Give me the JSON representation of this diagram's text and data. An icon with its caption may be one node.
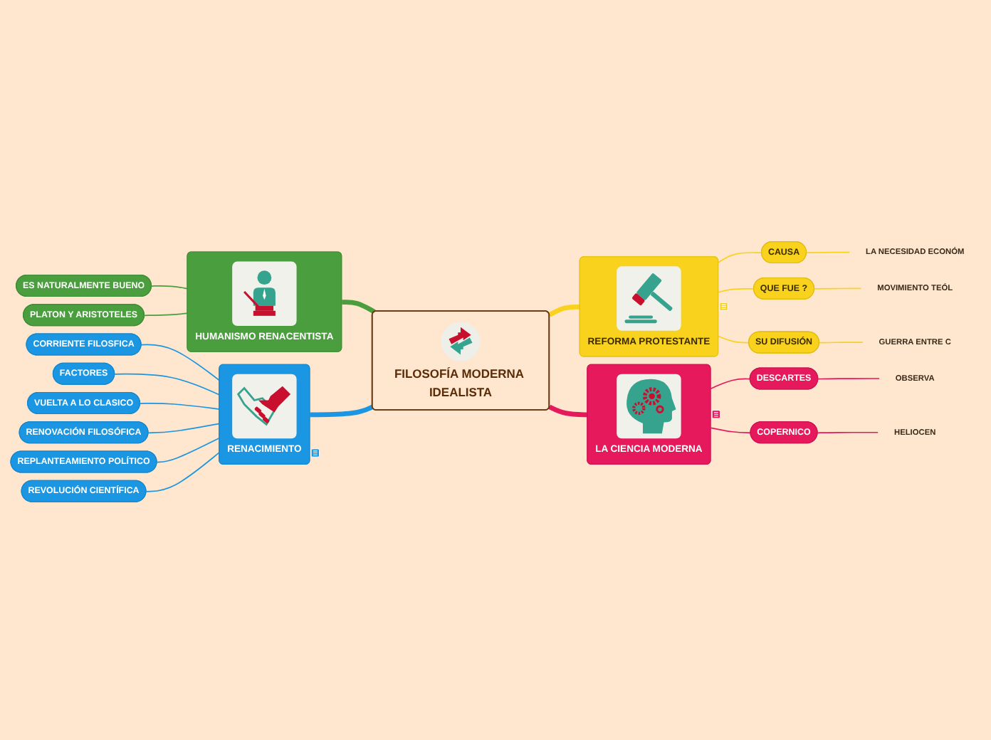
{
  "diagram": {
    "nodes": [
      {
        "text": [
          "FILOSOFÍA MODERNA IDEALISTA"
        ]
      },
      {
        "text": [
          "HUMANISMO RENACENTISTA"
        ]
      },
      {
        "text": [
          "ES NATURALMENTE BUENO"
        ]
      },
      {
        "text": [
          "PLATON Y ARISTOTELES"
        ]
      },
      {
        "text": [
          "REFORMA PROTESTANTE"
        ]
      },
      {
        "text": [
          "CAUSA"
        ]
      },
      {
        "text": [
          "QUE FUE ?"
        ]
      },
      {
        "text": [
          "SU DIFUSIÓN"
        ]
      },
      {
        "text": [
          "LA NECESIDAD ECONÓM"
        ]
      },
      {
        "text": [
          "MOVIMIENTO TEÓL"
        ]
      },
      {
        "text": [
          "GUERRA ENTRE C"
        ]
      },
      {
        "text": [
          "RENACIMIENTO"
        ]
      },
      {
        "text": [
          "CORRIENTE FILOSFICA"
        ]
      },
      {
        "text": [
          "FACTORES"
        ]
      },
      {
        "text": [
          "VUELTA A LO CLASICO"
        ]
      },
      {
        "text": [
          "RENOVACIÓN FILOSÓFICA"
        ]
      },
      {
        "text": [
          "REPLANTEAMIENTO POLÍTICO"
        ]
      },
      {
        "text": [
          "REVOLUCIÓN CIENTÍFICA"
        ]
      },
      {
        "text": [
          "LA CIENCIA MODERNA"
        ]
      },
      {
        "text": [
          "DESCARTES"
        ]
      },
      {
        "text": [
          "COPERNICO"
        ]
      },
      {
        "text": [
          "OBSERVA"
        ]
      },
      {
        "text": [
          "HELIOCEN"
        ]
      }
    ],
    "edges": [
      {
        "from": 2,
        "to": 1,
        "arrow": "none",
        "color": "#4a9e3e"
      },
      {
        "from": 3,
        "to": 1,
        "arrow": "none",
        "color": "#4a9e3e"
      },
      {
        "from": 1,
        "to": 0,
        "arrow": "none",
        "style": "thick",
        "color": "#4a9e3e"
      },
      {
        "from": 0,
        "to": 4,
        "arrow": "none",
        "style": "thick",
        "color": "#f8d21c"
      },
      {
        "from": 4,
        "to": 5,
        "arrow": "none",
        "color": "#f8d21c"
      },
      {
        "from": 4,
        "to": 6,
        "arrow": "none",
        "color": "#f8d21c"
      },
      {
        "from": 4,
        "to": 7,
        "arrow": "none",
        "color": "#f8d21c"
      },
      {
        "from": 5,
        "to": 8,
        "arrow": "none",
        "color": "#f8d21c"
      },
      {
        "from": 6,
        "to": 9,
        "arrow": "none",
        "color": "#f8d21c"
      },
      {
        "from": 7,
        "to": 10,
        "arrow": "none",
        "color": "#f8d21c"
      },
      {
        "from": 12,
        "to": 11,
        "arrow": "none",
        "color": "#1b96e2"
      },
      {
        "from": 13,
        "to": 11,
        "arrow": "none",
        "color": "#1b96e2"
      },
      {
        "from": 14,
        "to": 11,
        "arrow": "none",
        "color": "#1b96e2"
      },
      {
        "from": 15,
        "to": 11,
        "arrow": "none",
        "color": "#1b96e2"
      },
      {
        "from": 16,
        "to": 11,
        "arrow": "none",
        "color": "#1b96e2"
      },
      {
        "from": 17,
        "to": 11,
        "arrow": "none",
        "color": "#1b96e2"
      },
      {
        "from": 11,
        "to": 0,
        "arrow": "none",
        "style": "thick",
        "color": "#1b96e2"
      },
      {
        "from": 0,
        "to": 18,
        "arrow": "none",
        "style": "thick",
        "color": "#e6195c"
      },
      {
        "from": 18,
        "to": 19,
        "arrow": "none",
        "color": "#e6195c"
      },
      {
        "from": 18,
        "to": 20,
        "arrow": "none",
        "color": "#e6195c"
      },
      {
        "from": 19,
        "to": 21,
        "arrow": "none",
        "color": "#e6195c"
      },
      {
        "from": 20,
        "to": 22,
        "arrow": "none",
        "color": "#e6195c"
      }
    ]
  }
}
